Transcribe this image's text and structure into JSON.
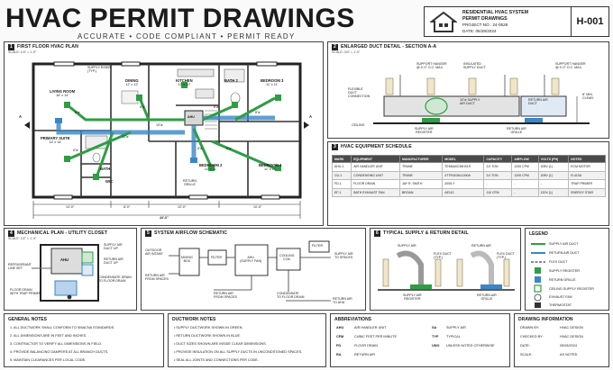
{
  "header": {
    "title": "HVAC PERMIT DRAWINGS",
    "subtitle": "ACCURATE • CODE COMPLIANT • PERMIT READY",
    "title_block": {
      "line1": "RESIDENTIAL HVAC SYSTEM",
      "line2": "PERMIT DRAWINGS",
      "project_no": "PROJECT NO.: 24-0528",
      "date": "DATE: 05/28/2024",
      "sheet": "H-001"
    }
  },
  "panel1": {
    "num": "1",
    "title": "FIRST FLOOR HVAC PLAN",
    "scale": "SCALE: 1/4\" = 1'-0\"",
    "rooms": {
      "living": "LIVING ROOM",
      "living_dim": "16' x 14'",
      "dining": "DINING",
      "dining_dim": "12' x 12'",
      "kitchen": "KITCHEN",
      "kitchen_dim": "12' x 10'",
      "bath2": "BATH 2",
      "bed3": "BEDROOM 3",
      "bed3_dim": "11' x 11'",
      "primary": "PRIMARY SUITE",
      "primary_dim": "14' x 14'",
      "bath": "BATH",
      "wic": "WIC",
      "bed2": "BEDROOM 2",
      "bed2_dim": "12' x 11'",
      "bed4": "BEDROOM 4",
      "bed4_dim": "11' x 11'",
      "ahu": "AHU",
      "supply_riser": "SUPPLY RISER\n(TYP.)",
      "return_grille": "RETURN\nGRILLE"
    },
    "dims": [
      "14'-0\"",
      "8'-0\"",
      "12'-0\"",
      "10'-0\""
    ],
    "overall": "44'-0\"",
    "section_marks": [
      "A",
      "A"
    ],
    "duct_sizes": [
      "8\"ø",
      "6\"ø",
      "6\"ø",
      "10\"ø",
      "8\"ø",
      "12\"ø",
      "6\"ø",
      "8\"ø",
      "6\"ø"
    ]
  },
  "panel2": {
    "num": "2",
    "title": "ENLARGED DUCT DETAIL - SECTION A-A",
    "scale": "SCALE: 3/4\" = 1'-0\"",
    "labels": {
      "hanger1": "SUPPORT HANGER\n@ 4'-0\" O.C. MAX.",
      "insulated": "INSULATED\nSUPPLY DUCT",
      "hanger2": "SUPPORT HANGER\n@ 4'-0\" O.C. MAX.",
      "flexible": "FLEXIBLE\nDUCT\nCONNECTION",
      "supply_duct": "10\"ø SUPPLY\nAIR DUCT",
      "return_duct": "RETURN AIR\nDUCT",
      "min_clear": "8\" MIN.\nCLEAR.",
      "ceiling": "CEILING",
      "supply_register": "SUPPLY AIR\nREGISTER",
      "return_grille": "RETURN AIR\nGRILLE"
    }
  },
  "panel3": {
    "num": "3",
    "title": "HVAC EQUIPMENT SCHEDULE",
    "columns": [
      "MARK",
      "EQUIPMENT",
      "MANUFACTURER",
      "MODEL",
      "CAPACITY",
      "AIRFLOW",
      "VOLTS (PH)",
      "NOTES"
    ],
    "rows": [
      [
        "AHU-1",
        "AIR HANDLER UNIT",
        "TRANE",
        "TEM6A0C36H31S",
        "3.0 TON",
        "1200 CFM",
        "208V (1)",
        "ECM MOTOR"
      ],
      [
        "CU-1",
        "CONDENSING UNIT",
        "TRANE",
        "4TTR4036L1000A",
        "3.0 TON",
        "1200 CFM",
        "208V (1)",
        "R-410A"
      ],
      [
        "FD-1",
        "FLOOR DRAIN",
        "JAY R. SMITH",
        "2005-Y",
        "-",
        "-",
        "-",
        "TRAP PRIMER"
      ],
      [
        "EF-1",
        "BATH EXHAUST FAN",
        "BROAN",
        "AE110",
        "110 CFM",
        "-",
        "120V (1)",
        "ENERGY STAR"
      ]
    ]
  },
  "panel4": {
    "num": "4",
    "title": "MECHANICAL PLAN - UTILITY CLOSET",
    "scale": "SCALE: 1/2\" = 1'-0\"",
    "ahu": "AHU",
    "labels": {
      "supply_up": "SUPPLY AIR\nDUCT UP",
      "return_up": "RETURN AIR\nDUCT UP",
      "refrigerant": "REFRIGERANT\nLINE SET",
      "condensate": "CONDENSATE DRAIN\nTO FLOOR DRAIN",
      "floor_drain": "FLOOR DRAIN\nWITH TRAP PRIMER"
    }
  },
  "panel5": {
    "num": "5",
    "title": "SYSTEM AIRFLOW SCHEMATIC",
    "blocks": {
      "mixing": "MIXING\nBOX",
      "filter1": "FILTER",
      "ahu": "AHU\n(SUPPLY FAN)",
      "coil": "COOLING\nCOIL",
      "filter2": "FILTER"
    },
    "labels": {
      "outdoor": "OUTDOOR\nAIR INTAKE",
      "return_from": "RETURN AIR\nFROM SPACES",
      "return_from2": "RETURN AIR\nFROM SPACES",
      "supply_to": "SUPPLY AIR\nTO SPACES",
      "condensate": "CONDENSATE\nTO FLOOR DRAIN",
      "return_to": "RETURN AIR\nTO AHU"
    }
  },
  "panel6": {
    "num": "6",
    "title": "TYPICAL SUPPLY & RETURN DETAIL",
    "labels": {
      "supply_air": "SUPPLY AIR",
      "return_air": "RETURN AIR",
      "flex_duct": "FLEX DUCT\n(TYP.)",
      "flex_duct2": "FLEX DUCT\n(TYP.)",
      "supply_register": "SUPPLY AIR\nREGISTER",
      "return_grille": "RETURN AIR\nGRILLE"
    }
  },
  "legend": {
    "title": "LEGEND",
    "items": [
      "SUPPLY AIR DUCT",
      "RETURN AIR DUCT",
      "FLEX DUCT",
      "SUPPLY REGISTER",
      "RETURN GRILLE",
      "CEILING SUPPLY REGISTER",
      "EXHAUST FAN",
      "THERMOSTAT"
    ]
  },
  "general_notes": {
    "title": "GENERAL NOTES",
    "items": [
      "1. ALL DUCTWORK SHALL CONFORM TO SMACNA STANDARDS.",
      "2. ALL DIMENSIONS ARE IN FEET AND INCHES.",
      "3. CONTRACTOR TO VERIFY ALL DIMENSIONS IN FIELD.",
      "4. PROVIDE BALANCING DAMPERS AT ALL BRANCH DUCTS.",
      "5. MAINTAIN CLEARANCES PER LOCAL CODE."
    ]
  },
  "ductwork_notes": {
    "title": "DUCTWORK NOTES",
    "items": [
      "• SUPPLY DUCTWORK SHOWN IN GREEN.",
      "• RETURN DUCTWORK SHOWN IN BLUE.",
      "• DUCT SIZES SHOWN ARE INSIDE CLEAR DIMENSIONS.",
      "• PROVIDE INSULATION ON ALL SUPPLY DUCTS IN UNCONDITIONED SPACES.",
      "• SEAL ALL JOINTS AND CONNECTIONS PER CODE."
    ]
  },
  "abbreviations": {
    "title": "ABBREVIATIONS",
    "items": [
      [
        "AHU",
        "AIR HANDLER UNIT",
        "SA",
        "SUPPLY AIR"
      ],
      [
        "CFM",
        "CUBIC FEET PER MINUTE",
        "TYP",
        "TYPICAL"
      ],
      [
        "FD",
        "FLOOR DRAIN",
        "UNO",
        "UNLESS NOTED OTHERWISE"
      ],
      [
        "RA",
        "RETURN AIR",
        "",
        ""
      ]
    ]
  },
  "drawing_info": {
    "title": "DRAWING INFORMATION",
    "rows": [
      [
        "DRAWN BY:",
        "HVAC DESIGN"
      ],
      [
        "CHECKED BY:",
        "HVAC DESIGN"
      ],
      [
        "DATE:",
        "05/28/2024"
      ],
      [
        "SCALE:",
        "AS NOTED"
      ]
    ]
  },
  "colors": {
    "supply": "#2e9e44",
    "return": "#3a86c8",
    "dark": "#222222"
  }
}
